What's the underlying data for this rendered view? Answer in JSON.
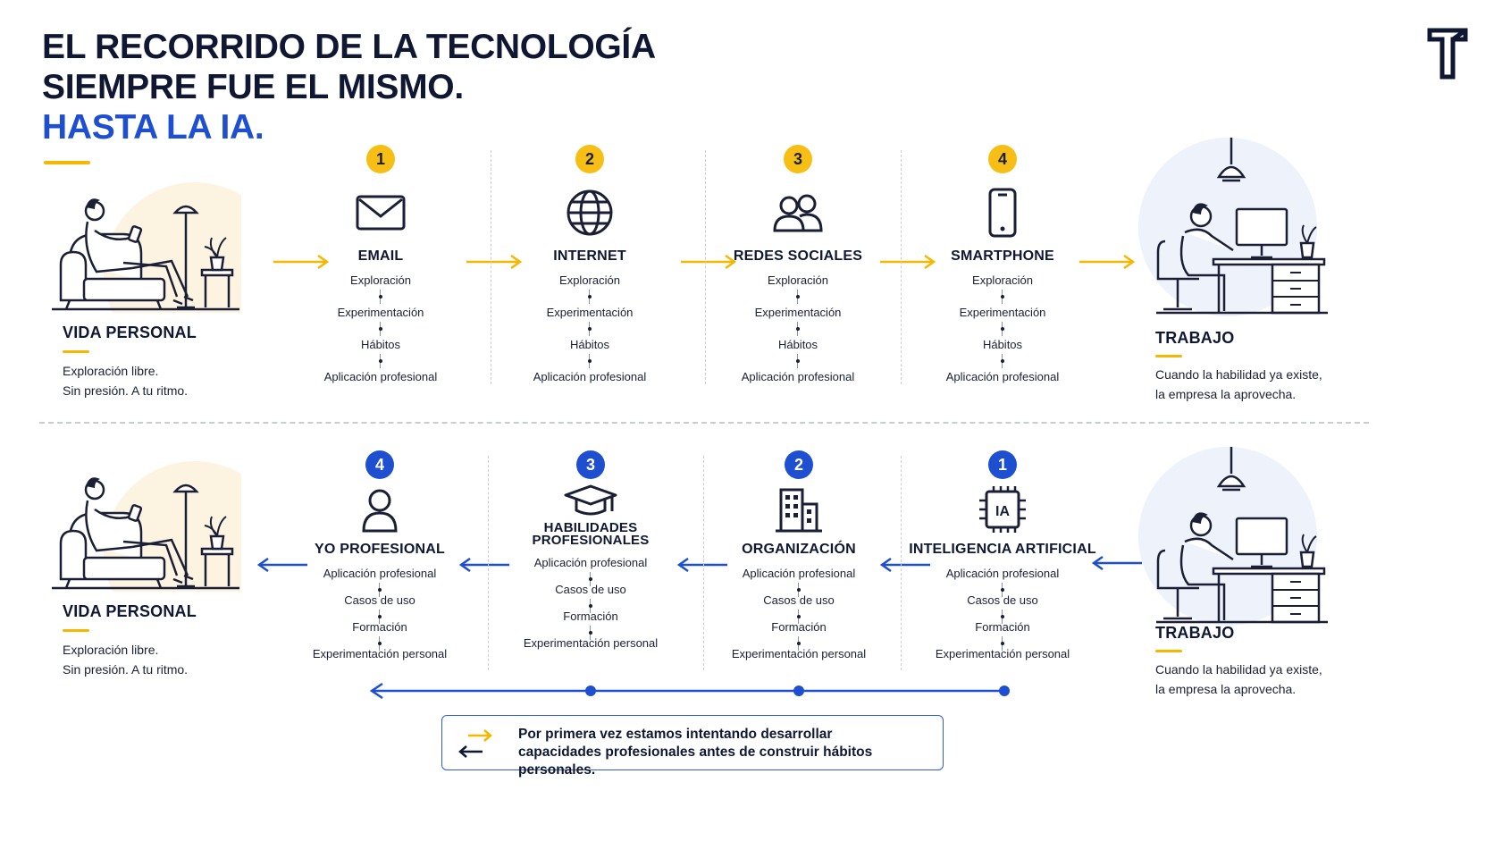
{
  "title": {
    "line1": "EL RECORRIDO DE LA TECNOLOGÍA",
    "line2": "SIEMPRE FUE EL MISMO.",
    "line3": "HASTA LA IA."
  },
  "logo": {
    "icon": "brand-t-logo-icon"
  },
  "colors": {
    "accent_blue": "#1f4fd1",
    "accent_yellow": "#f5b700",
    "ink": "#0f1733"
  },
  "top_row": {
    "left": {
      "title": "VIDA PERSONAL",
      "desc_line1": "Exploración libre.",
      "desc_line2": "Sin presión. A tu ritmo."
    },
    "right": {
      "title": "TRABAJO",
      "desc_line1": "Cuando la habilidad ya existe,",
      "desc_line2": "la empresa la aprovecha."
    },
    "stages": [
      {
        "number": "1",
        "title": "EMAIL",
        "icon": "envelope-icon",
        "steps": [
          "Exploración",
          "Experimentación",
          "Hábitos",
          "Aplicación profesional"
        ]
      },
      {
        "number": "2",
        "title": "INTERNET",
        "icon": "globe-icon",
        "steps": [
          "Exploración",
          "Experimentación",
          "Hábitos",
          "Aplicación profesional"
        ]
      },
      {
        "number": "3",
        "title": "REDES SOCIALES",
        "icon": "people-icon",
        "steps": [
          "Exploración",
          "Experimentación",
          "Hábitos",
          "Aplicación profesional"
        ]
      },
      {
        "number": "4",
        "title": "SMARTPHONE",
        "icon": "smartphone-icon",
        "steps": [
          "Exploración",
          "Experimentación",
          "Hábitos",
          "Aplicación profesional"
        ]
      }
    ]
  },
  "bottom_row": {
    "left": {
      "title": "VIDA PERSONAL",
      "desc_line1": "Exploración libre.",
      "desc_line2": "Sin presión. A tu ritmo."
    },
    "right": {
      "title": "TRABAJO",
      "desc_line1": "Cuando la habilidad ya existe,",
      "desc_line2": "la empresa la aprovecha."
    },
    "stages": [
      {
        "number": "4",
        "title": "YO PROFESIONAL",
        "icon": "person-icon",
        "steps": [
          "Aplicación profesional",
          "Casos de uso",
          "Formación",
          "Experimentación personal"
        ]
      },
      {
        "number": "3",
        "title_line1": "HABILIDADES",
        "title_line2": "PROFESIONALES",
        "icon": "graduation-cap-icon",
        "steps": [
          "Aplicación profesional",
          "Casos de uso",
          "Formación",
          "Experimentación personal"
        ]
      },
      {
        "number": "2",
        "title": "ORGANIZACIÓN",
        "icon": "building-icon",
        "steps": [
          "Aplicación profesional",
          "Casos de uso",
          "Formación",
          "Experimentación personal"
        ]
      },
      {
        "number": "1",
        "title": "INTELIGENCIA ARTIFICIAL",
        "icon": "ai-chip-icon",
        "chip_label": "IA",
        "steps": [
          "Aplicación profesional",
          "Casos de uso",
          "Formación",
          "Experimentación personal"
        ]
      }
    ]
  },
  "note": {
    "icon": "bidirectional-arrows-icon",
    "line1": "Por primera vez estamos intentando desarrollar",
    "line2": "capacidades profesionales antes de construir hábitos personales."
  }
}
